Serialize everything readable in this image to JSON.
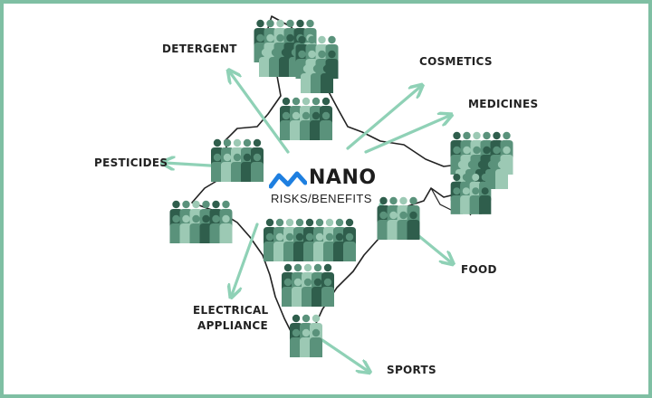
{
  "center": {
    "brand": "NANO",
    "tagline": "RISKS/BENEFITS",
    "logo_icon": "nano-wave-icon"
  },
  "labels": {
    "detergent": "DETERGENT",
    "cosmetics": "COSMETICS",
    "medicines": "MEDICINES",
    "pesticides": "PESTICIDES",
    "food": "FOOD",
    "electrical_line1": "ELECTRICAL",
    "electrical_line2": "APPLIANCE",
    "sports": "SPORTS"
  },
  "colors": {
    "frame": "#7fbfa3",
    "arrow": "#8fd1b6",
    "map_outline": "#222222",
    "people_dark": "#2f5e4c",
    "people_mid": "#5a927b",
    "people_light": "#9cc9b4",
    "logo_blue": "#1e7fe0"
  },
  "icons": [
    "person-crowd-icon",
    "arrow-icon"
  ]
}
